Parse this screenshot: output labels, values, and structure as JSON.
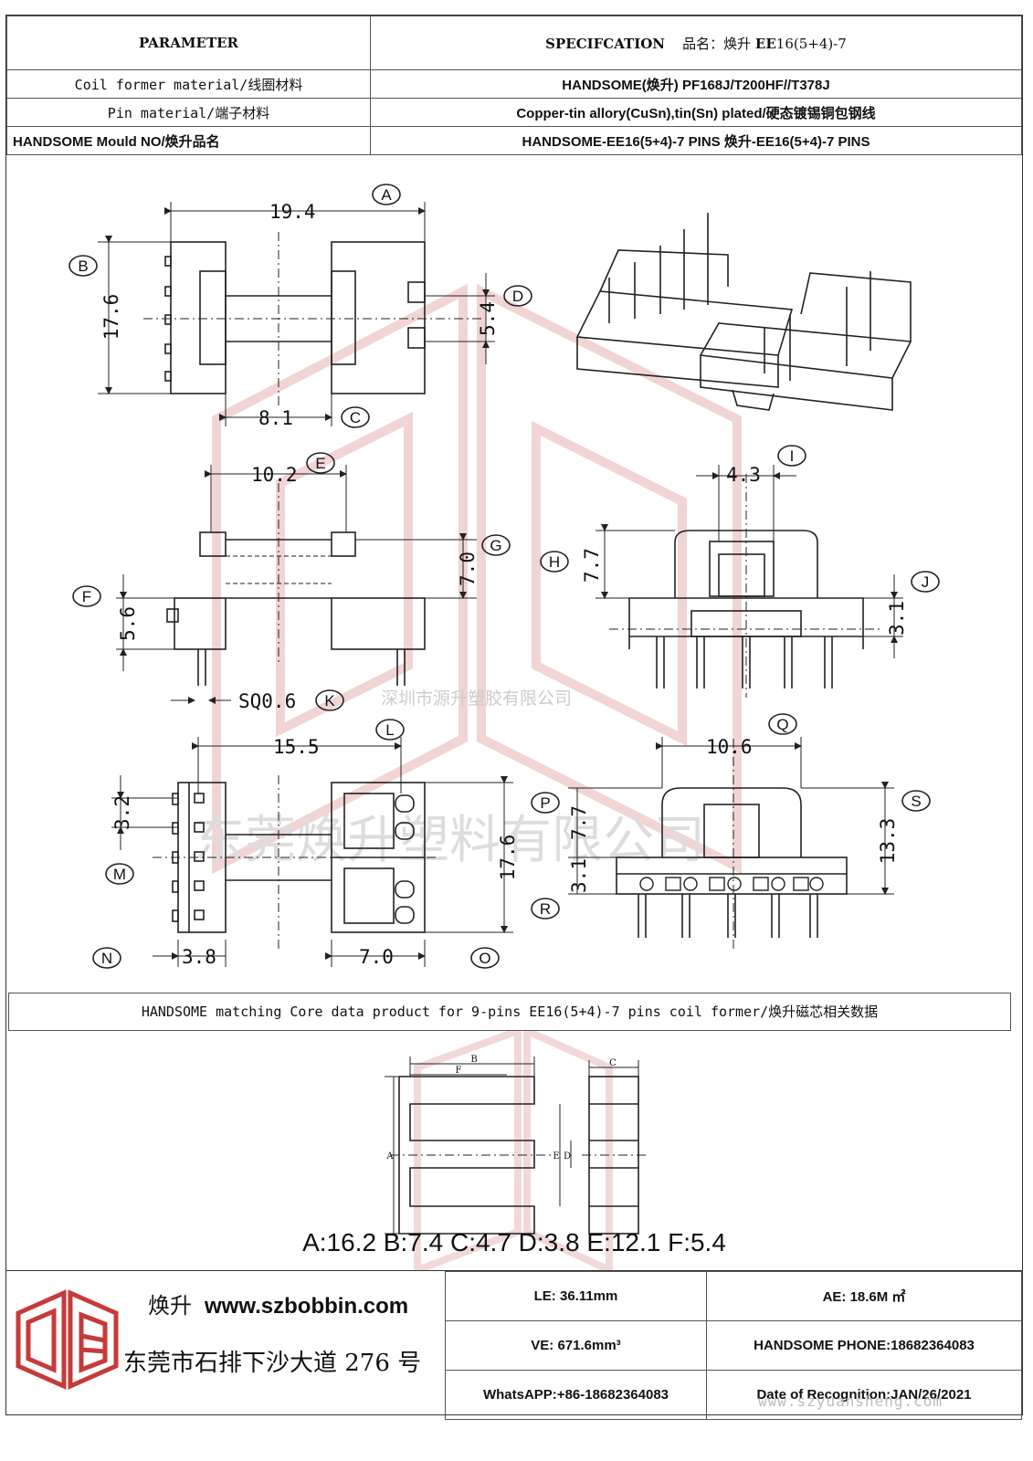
{
  "header": {
    "parameter": "PARAMETER",
    "spec_word": "SPECIFCATION",
    "product_label": "品名：焕升",
    "product_bold": "EE",
    "product_rest": "16(5+4)-7"
  },
  "rows": [
    {
      "label": "Coil former material/线圈材料",
      "value": "HANDSOME(焕升)   PF168J/T200HF//T378J"
    },
    {
      "label": "Pin material/端子材料",
      "value": "Copper-tin allory(CuSn),tin(Sn) plated/硬态镀锡铜包钢线"
    },
    {
      "label": "HANDSOME Mould NO/焕升品名",
      "value": "HANDSOME-EE16(5+4)-7 PINS    焕升-EE16(5+4)-7 PINS"
    }
  ],
  "dimensions": {
    "a": "19.4",
    "b": "17.6",
    "c": "8.1",
    "d": "5.4",
    "e": "10.2",
    "f": "5.6",
    "g": "7.0",
    "k": "SQ0.6",
    "h": "7.7",
    "i": "4.3",
    "j": "3.1",
    "l": "15.5",
    "m": "3.2",
    "l_height": "17.6",
    "n": "3.8",
    "o": "7.0",
    "q": "10.6",
    "p": "7.7",
    "r": "3.1",
    "s": "13.3"
  },
  "markers": [
    "A",
    "B",
    "C",
    "D",
    "E",
    "F",
    "G",
    "H",
    "I",
    "J",
    "K",
    "L",
    "M",
    "N",
    "O",
    "P",
    "Q",
    "R",
    "S"
  ],
  "watermarks": {
    "shenzhen": "深圳市源升塑胶有限公司",
    "dongguan": "东莞焕升塑料有限公司",
    "url": "www.szyuansheng.com"
  },
  "core_title": "HANDSOME matching Core data  product for 9-pins EE16(5+4)-7 pins coil former/焕升磁芯相关数据",
  "core_letters": {
    "a": "A",
    "b": "B",
    "c": "C",
    "d": "D",
    "e": "E",
    "f": "F"
  },
  "core_values": "A:16.2 B:7.4 C:4.7 D:3.8 E:12.1 F:5.4",
  "footer": {
    "brand_cn": "焕升",
    "brand_url": "www.szbobbin.com",
    "address": "东莞市石排下沙大道 276 号",
    "le": "LE:    36.11mm",
    "ae": "AE: 18.6M ㎡",
    "ve": "VE:    671.6mm³",
    "phone": "HANDSOME PHONE:18682364083",
    "whatsapp": "WhatsAPP:+86-18682364083",
    "date": "Date of Recognition:JAN/26/2021"
  },
  "colors": {
    "line": "#222222",
    "watermark": "#e8b9b9",
    "logo_red": "#c73a3a"
  }
}
